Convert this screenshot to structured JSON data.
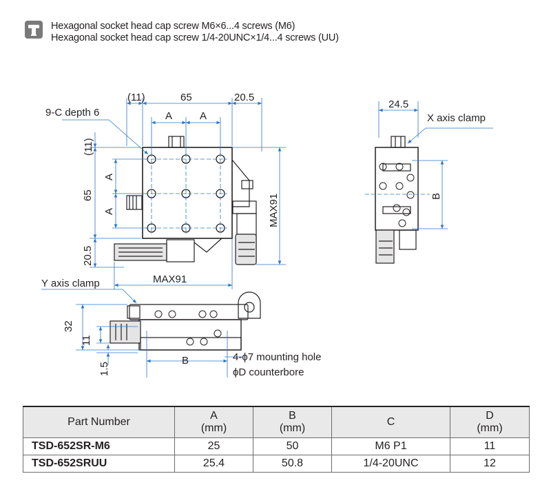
{
  "header": {
    "icon": "socket-screw-icon",
    "line1": "Hexagonal socket head cap screw M6×6...4 screws (M6)",
    "line2": "Hexagonal socket head cap screw 1/4-20UNC×1/4...4 screws (UU)"
  },
  "drawing": {
    "dim_11_top": "(11)",
    "dim_65_top": "65",
    "dim_20_5_top": "20.5",
    "dim_9c": "9-C depth 6",
    "dim_a1": "A",
    "dim_a2": "A",
    "dim_11_left": "(11)",
    "dim_a_left1": "A",
    "dim_a_left2": "A",
    "dim_65_left": "65",
    "dim_20_5_left": "20.5",
    "dim_max91_right": "MAX91",
    "dim_max91_bottom": "MAX91",
    "dim_24_5": "24.5",
    "x_axis_clamp": "X axis clamp",
    "dim_b_side": "B",
    "y_axis_clamp": "Y axis clamp",
    "dim_32": "32",
    "dim_11_front": "11",
    "dim_1_5": "1.5",
    "dim_b_front": "B",
    "mounting_hole": "4-ϕ7 mounting hole",
    "counterbore": "ϕD counterbore"
  },
  "table": {
    "headers": [
      {
        "l1": "Part Number",
        "l2": ""
      },
      {
        "l1": "A",
        "l2": "(mm)"
      },
      {
        "l1": "B",
        "l2": "(mm)"
      },
      {
        "l1": "C",
        "l2": ""
      },
      {
        "l1": "D",
        "l2": "(mm)"
      }
    ],
    "rows": [
      [
        "TSD-652SR-M6",
        "25",
        "50",
        "M6 P1",
        "11"
      ],
      [
        "TSD-652SRUU",
        "25.4",
        "50.8",
        "1/4-20UNC",
        "12"
      ]
    ]
  }
}
